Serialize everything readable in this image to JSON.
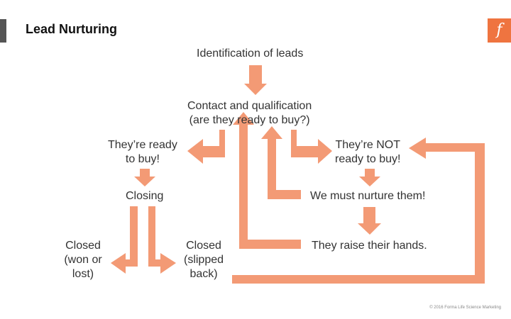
{
  "title": "Lead Nurturing",
  "logo_letter": "f",
  "arrow_color": "#f39a75",
  "accent_color": "#ef7440",
  "nodes": {
    "identification": "Identification of leads",
    "contact_line1": "Contact and qualification",
    "contact_line2": "(are they ready to buy?)",
    "ready_line1": "They’re ready",
    "ready_line2": "to buy!",
    "not_ready_line1": "They’re NOT",
    "not_ready_line2": "ready to buy!",
    "closing": "Closing",
    "nurture": "We must nurture them!",
    "raise_hands": "They raise their hands.",
    "closed_won_line1": "Closed",
    "closed_won_line2": "(won or",
    "closed_won_line3": "lost)",
    "closed_slipped_line1": "Closed",
    "closed_slipped_line2": "(slipped",
    "closed_slipped_line3": "back)"
  },
  "footer": "© 2016 Forma Life Science Marketing"
}
